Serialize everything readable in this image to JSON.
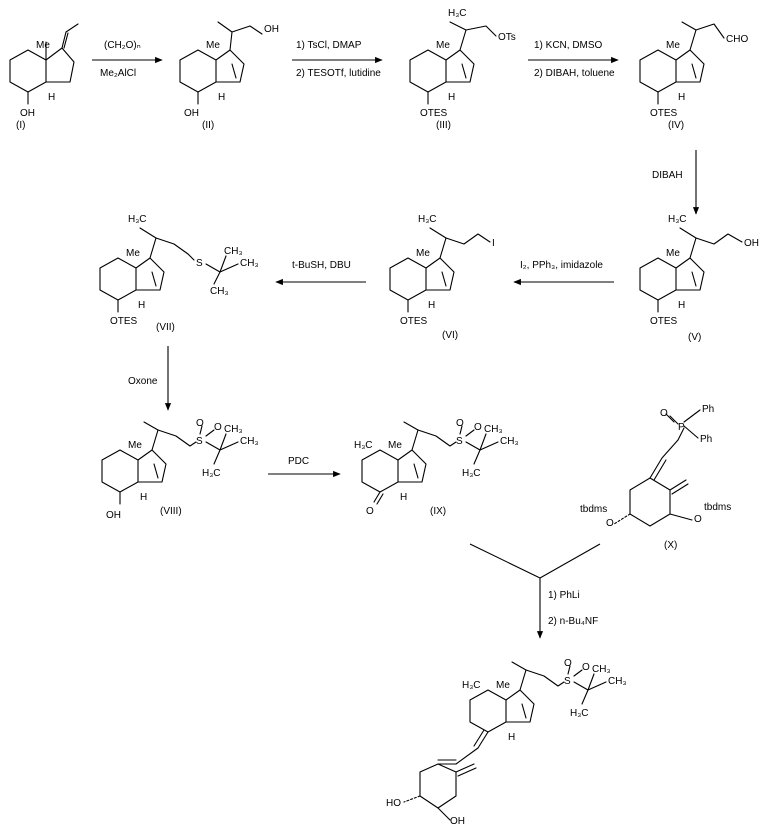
{
  "compounds": {
    "c1": {
      "label": "(I)"
    },
    "c2": {
      "label": "(II)"
    },
    "c3": {
      "label": "(III)"
    },
    "c4": {
      "label": "(IV)"
    },
    "c5": {
      "label": "(V)"
    },
    "c6": {
      "label": "(VI)"
    },
    "c7": {
      "label": "(VII)"
    },
    "c8": {
      "label": "(VIII)"
    },
    "c9": {
      "label": "(IX)"
    },
    "c10": {
      "label": "(X)"
    }
  },
  "atoms": {
    "me": "Me",
    "h3c": "H₃C",
    "oh": "OH",
    "ho": "HO",
    "h": "H",
    "otes": "OTES",
    "ots": "OTs",
    "cho": "CHO",
    "i": "I",
    "s": "S",
    "ch3": "CH₃",
    "o": "O",
    "p": "P",
    "ph": "Ph",
    "tbdms": "tbdms"
  },
  "reagents": {
    "step1_top": "(CH₂O)ₙ",
    "step1_bottom": "Me₂AlCl",
    "step2_top": "1) TsCl, DMAP",
    "step2_bottom": "2) TESOTf, lutidine",
    "step3_top": "1) KCN, DMSO",
    "step3_bottom": "2) DIBAH, toluene",
    "step4": "DIBAH",
    "step5": "I₂, PPh₃, imidazole",
    "step6": "t-BuSH, DBU",
    "step7": "Oxone",
    "step8": "PDC",
    "step9_top": "1) PhLi",
    "step9_bottom": "2) n-Bu₄NF"
  }
}
